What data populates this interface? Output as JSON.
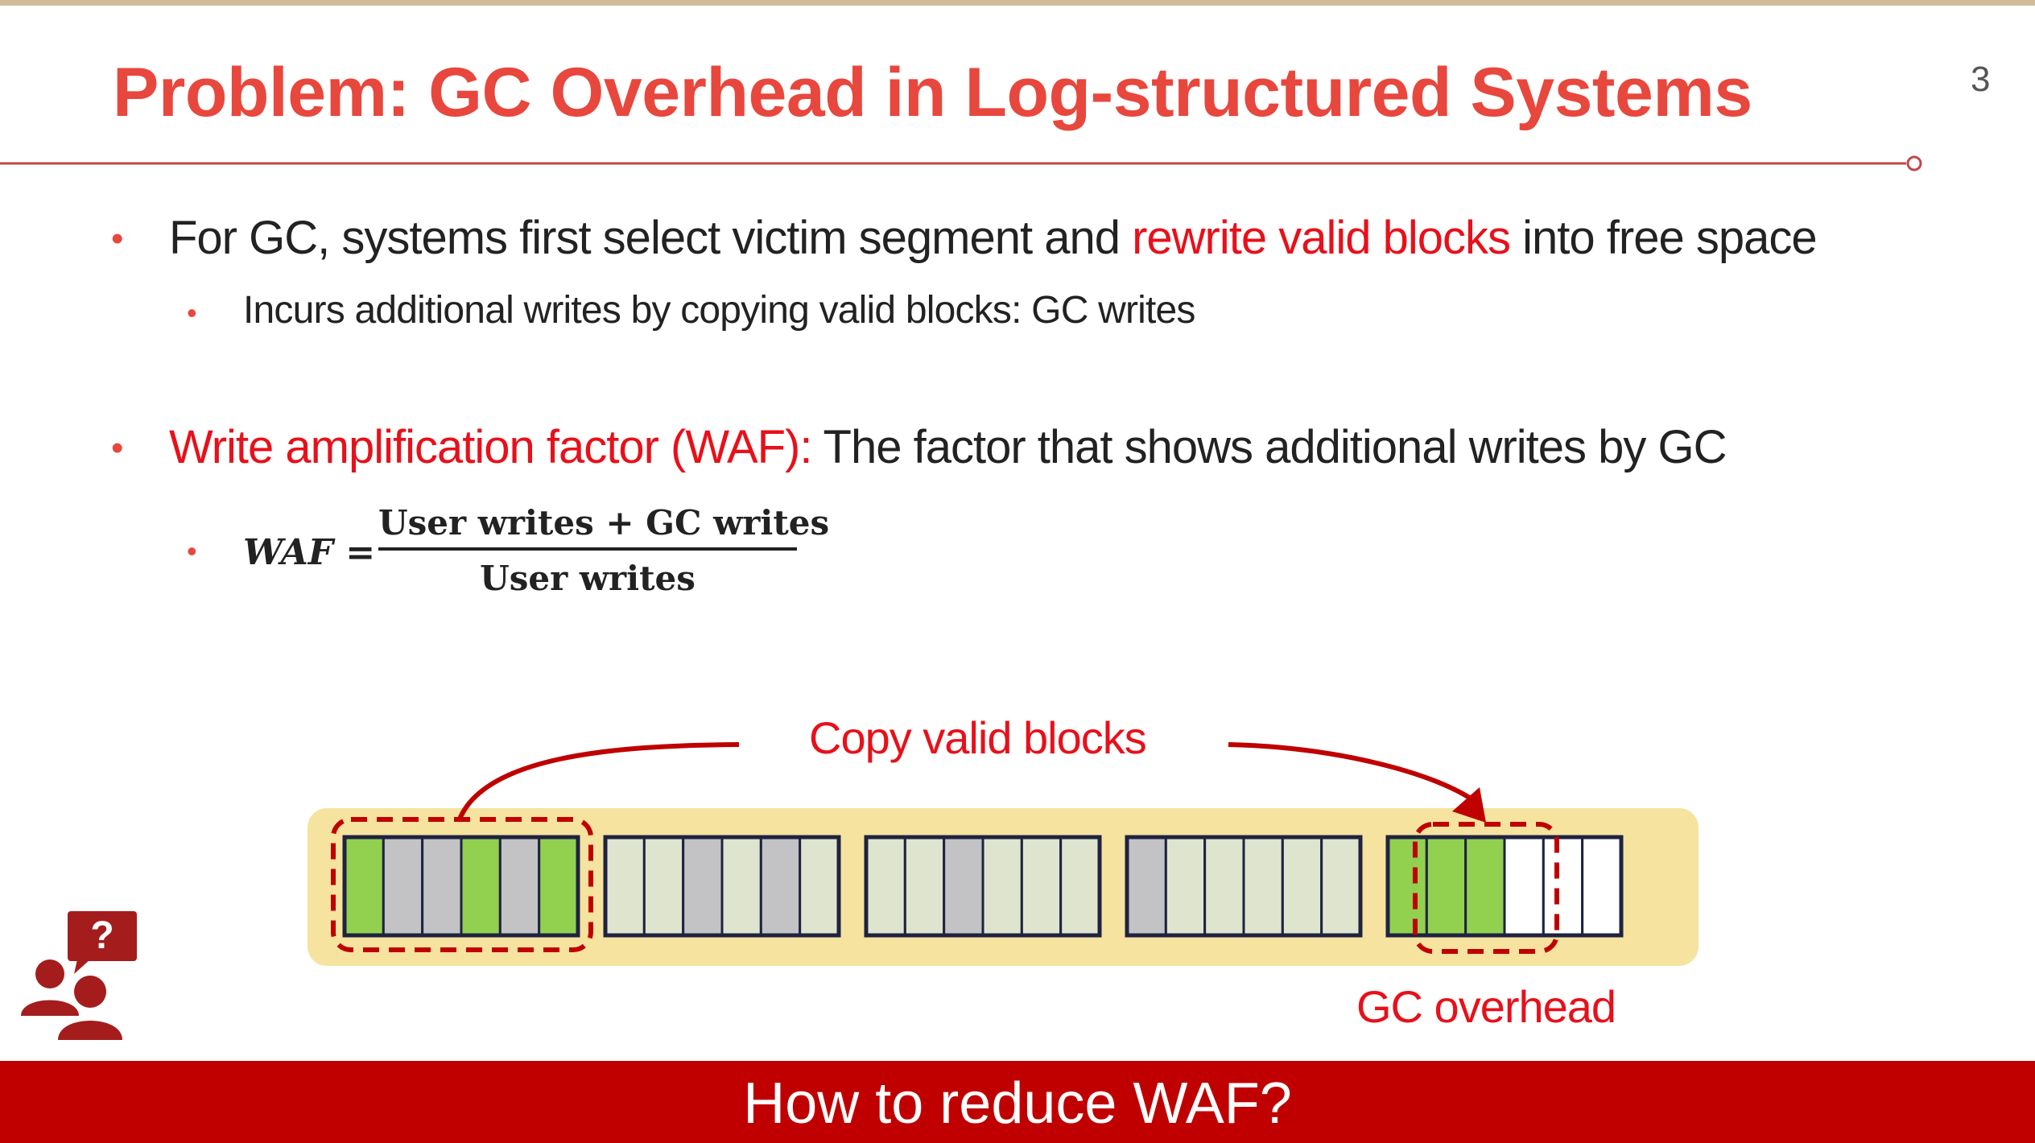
{
  "slide": {
    "title": "Problem: GC Overhead in Log-structured Systems",
    "page_number": "3",
    "bullets": [
      {
        "parts": [
          {
            "text": "For GC, systems first select victim segment and ",
            "highlight": false
          },
          {
            "text": "rewrite valid blocks",
            "highlight": true
          },
          {
            "text": " into free space",
            "highlight": false
          }
        ],
        "sub": "Incurs additional writes by copying valid blocks: GC writes"
      },
      {
        "parts": [
          {
            "text": "Write amplification factor (WAF):",
            "highlight": true
          },
          {
            "text": " The factor that shows additional writes by GC",
            "highlight": false
          }
        ]
      }
    ],
    "formula": {
      "lhs": "WAF =",
      "numerator": "User writes + GC writes",
      "denominator": "User writes"
    },
    "bullet_glyph": "•"
  },
  "diagram": {
    "copy_label": "Copy valid blocks",
    "overhead_label": "GC overhead",
    "segments": [
      [
        "valid",
        "invalid",
        "invalid",
        "valid",
        "invalid",
        "valid"
      ],
      [
        "empty",
        "empty",
        "invalid",
        "empty",
        "invalid",
        "empty"
      ],
      [
        "empty",
        "empty",
        "invalid",
        "empty",
        "empty",
        "empty"
      ],
      [
        "invalid",
        "empty",
        "empty",
        "empty",
        "empty",
        "empty"
      ],
      [
        "valid",
        "valid",
        "valid",
        "free",
        "free",
        "free"
      ]
    ],
    "colors": {
      "valid": "#92d050",
      "invalid": "#c3c3c6",
      "empty": "#dfe4cf",
      "free": "#ffffff",
      "container": "#f5e39f",
      "accent": "#c00000"
    }
  },
  "icons": {
    "discussion": "people-question-icon"
  },
  "banner": {
    "text": "How to reduce WAF?"
  }
}
